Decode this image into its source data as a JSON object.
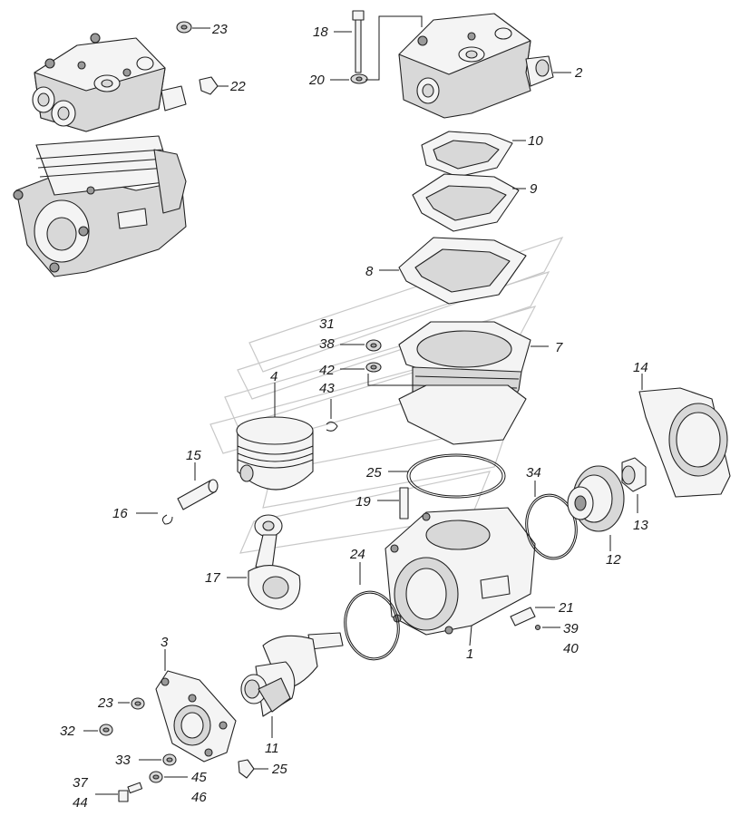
{
  "diagram": {
    "callouts": [
      {
        "id": "c23a",
        "text": "23"
      },
      {
        "id": "c22",
        "text": "22"
      },
      {
        "id": "c18",
        "text": "18"
      },
      {
        "id": "c20",
        "text": "20"
      },
      {
        "id": "c2",
        "text": "2"
      },
      {
        "id": "c10",
        "text": "10"
      },
      {
        "id": "c9",
        "text": "9"
      },
      {
        "id": "c8",
        "text": "8"
      },
      {
        "id": "c31",
        "text": "31"
      },
      {
        "id": "c38",
        "text": "38"
      },
      {
        "id": "c42",
        "text": "42"
      },
      {
        "id": "c43",
        "text": "43"
      },
      {
        "id": "c7",
        "text": "7"
      },
      {
        "id": "c4",
        "text": "4"
      },
      {
        "id": "c14",
        "text": "14"
      },
      {
        "id": "c15",
        "text": "15"
      },
      {
        "id": "c16",
        "text": "16"
      },
      {
        "id": "c25a",
        "text": "25"
      },
      {
        "id": "c34",
        "text": "34"
      },
      {
        "id": "c19",
        "text": "19"
      },
      {
        "id": "c13",
        "text": "13"
      },
      {
        "id": "c12",
        "text": "12"
      },
      {
        "id": "c17",
        "text": "17"
      },
      {
        "id": "c24",
        "text": "24"
      },
      {
        "id": "c21",
        "text": "21"
      },
      {
        "id": "c39",
        "text": "39"
      },
      {
        "id": "c40",
        "text": "40"
      },
      {
        "id": "c1",
        "text": "1"
      },
      {
        "id": "c3",
        "text": "3"
      },
      {
        "id": "c23b",
        "text": "23"
      },
      {
        "id": "c32",
        "text": "32"
      },
      {
        "id": "c11",
        "text": "11"
      },
      {
        "id": "c33",
        "text": "33"
      },
      {
        "id": "c45",
        "text": "45"
      },
      {
        "id": "c25b",
        "text": "25"
      },
      {
        "id": "c46",
        "text": "46"
      },
      {
        "id": "c37",
        "text": "37"
      },
      {
        "id": "c44",
        "text": "44"
      }
    ]
  }
}
